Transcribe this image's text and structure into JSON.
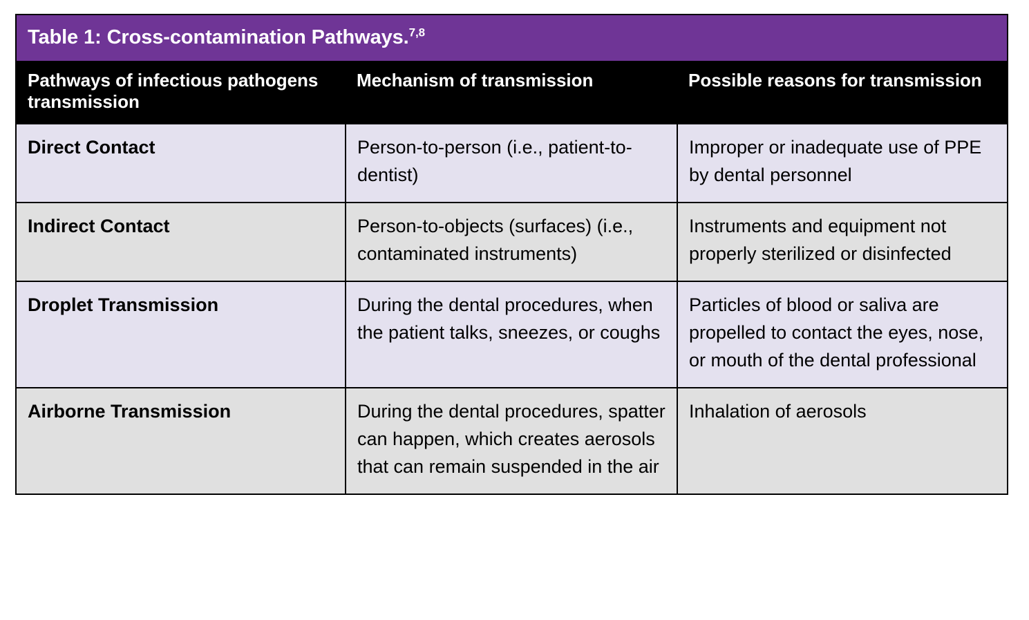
{
  "table": {
    "title": {
      "text": "Table 1: Cross-contamination Pathways.",
      "superscript": "7,8"
    },
    "colors": {
      "title_bar": "#6F3596",
      "header_row": "#000000",
      "band_lavender": "#E4E1EF",
      "band_grey": "#E0E0E0",
      "border": "#000000",
      "title_text": "#FFFFFF",
      "header_text": "#FFFFFF",
      "body_text": "#000000"
    },
    "columns": [
      "Pathways of infectious pathogens transmission",
      "Mechanism of transmission",
      "Possible reasons for transmission"
    ],
    "rows": [
      {
        "band": "lavender",
        "pathway": "Direct Contact",
        "mechanism": "Person-to-person (i.e., patient-to-dentist)",
        "reason": "Improper or inadequate use of PPE by dental personnel"
      },
      {
        "band": "grey",
        "pathway": "Indirect Contact",
        "mechanism": "Person-to-objects (surfaces) (i.e., contaminated instruments)",
        "reason": "Instruments and equipment not properly sterilized or disinfected"
      },
      {
        "band": "lavender",
        "pathway": "Droplet Transmission",
        "mechanism": "During the dental procedures, when the patient talks, sneezes, or coughs",
        "reason": "Particles of blood or saliva are propelled to contact the eyes, nose, or mouth of the dental professional"
      },
      {
        "band": "grey",
        "pathway": "Airborne Transmission",
        "mechanism": "During the dental procedures, spatter can happen, which creates aerosols that can remain suspended in the air",
        "reason": "Inhalation of aerosols"
      }
    ]
  }
}
